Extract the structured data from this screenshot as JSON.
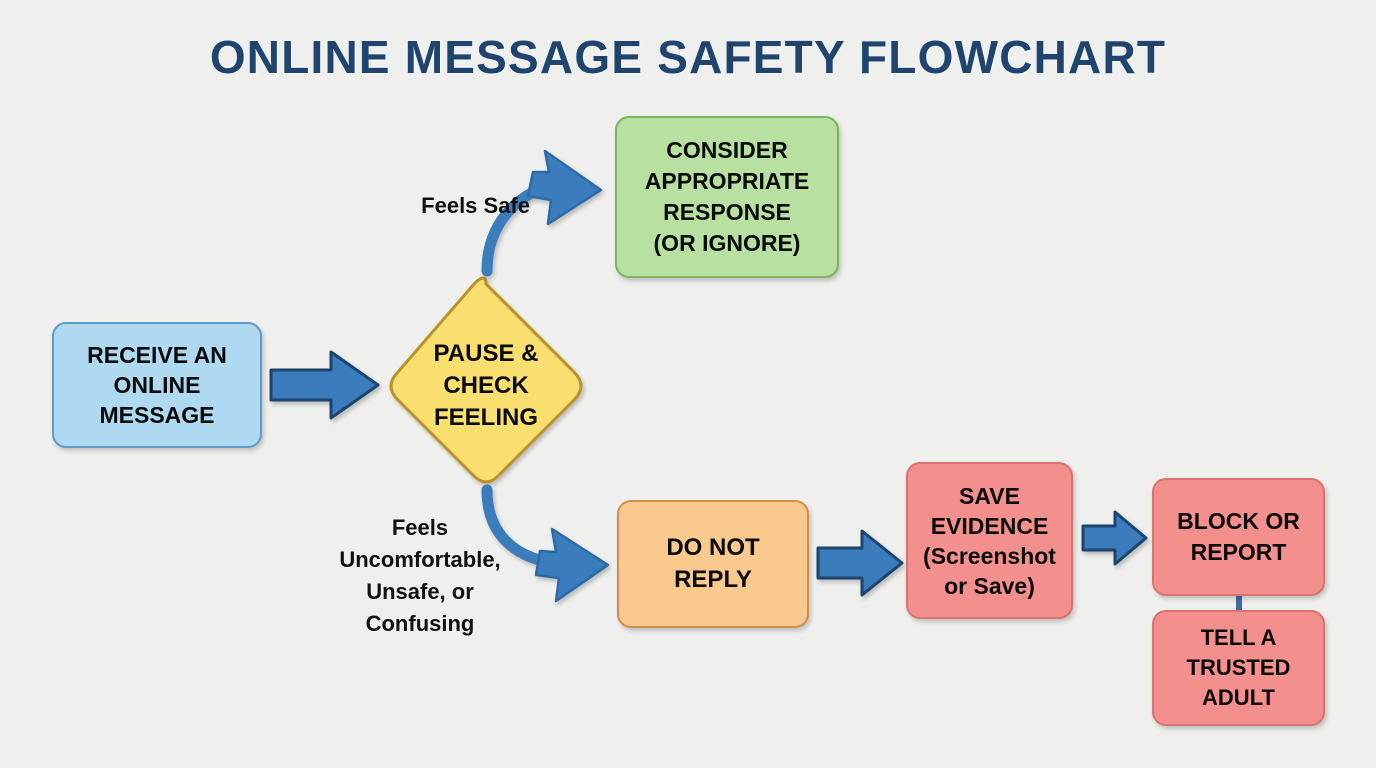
{
  "title": "ONLINE MESSAGE SAFETY FLOWCHART",
  "colors": {
    "background": "#efefed",
    "title": "#1f456e",
    "arrow_fill": "#3b7cbd",
    "arrow_stroke": "#1f456e",
    "start_fill": "#aed9f0",
    "start_stroke": "#5e9cc6",
    "decision_fill": "#f8df70",
    "decision_stroke": "#b9922a",
    "safe_fill": "#b8e0a0",
    "safe_stroke": "#7cb35e",
    "warn_fill": "#fac98e",
    "warn_stroke": "#d08f48",
    "danger_fill": "#f3908d",
    "danger_stroke": "#d9736f"
  },
  "chart_data": {
    "type": "diagram",
    "title": "ONLINE MESSAGE SAFETY FLOWCHART",
    "nodes": [
      {
        "id": "receive",
        "shape": "rounded-rect",
        "color": "blue",
        "lines": [
          "RECEIVE AN",
          "ONLINE",
          "MESSAGE"
        ]
      },
      {
        "id": "pause",
        "shape": "diamond",
        "color": "yellow",
        "lines": [
          "PAUSE &",
          "CHECK",
          "FEELING"
        ]
      },
      {
        "id": "consider",
        "shape": "rounded-rect",
        "color": "green",
        "lines": [
          "CONSIDER",
          "APPROPRIATE",
          "RESPONSE",
          "(OR IGNORE)"
        ]
      },
      {
        "id": "donotreply",
        "shape": "rounded-rect",
        "color": "orange",
        "lines": [
          "DO NOT",
          "REPLY"
        ]
      },
      {
        "id": "saveevidence",
        "shape": "rounded-rect",
        "color": "red",
        "lines": [
          "SAVE",
          "EVIDENCE",
          "(Screenshot",
          "or Save)"
        ]
      },
      {
        "id": "blockreport",
        "shape": "rounded-rect",
        "color": "red",
        "lines": [
          "BLOCK OR",
          "REPORT"
        ]
      },
      {
        "id": "telladult",
        "shape": "rounded-rect",
        "color": "red",
        "lines": [
          "TELL A",
          "TRUSTED",
          "ADULT"
        ]
      }
    ],
    "edges": [
      {
        "from": "receive",
        "to": "pause",
        "label": "",
        "style": "block-arrow"
      },
      {
        "from": "pause",
        "to": "consider",
        "label": "Feels Safe",
        "style": "curved-arrow"
      },
      {
        "from": "pause",
        "to": "donotreply",
        "label": "Feels Uncomfortable, Unsafe, or Confusing",
        "style": "curved-arrow"
      },
      {
        "from": "donotreply",
        "to": "saveevidence",
        "label": "",
        "style": "block-arrow"
      },
      {
        "from": "saveevidence",
        "to": "blockreport",
        "label": "",
        "style": "block-arrow"
      },
      {
        "from": "blockreport",
        "to": "telladult",
        "label": "",
        "style": "connector-line"
      }
    ]
  },
  "nodes": {
    "receive": {
      "l1": "RECEIVE AN",
      "l2": "ONLINE",
      "l3": "MESSAGE"
    },
    "pause": {
      "l1": "PAUSE &",
      "l2": "CHECK",
      "l3": "FEELING"
    },
    "consider": {
      "l1": "CONSIDER",
      "l2": "APPROPRIATE",
      "l3": "RESPONSE",
      "l4": "(OR IGNORE)"
    },
    "donotreply": {
      "l1": "DO NOT",
      "l2": "REPLY"
    },
    "saveevidence": {
      "l1": "SAVE",
      "l2": "EVIDENCE",
      "l3": "(Screenshot",
      "l4": "or Save)"
    },
    "blockreport": {
      "l1": "BLOCK OR",
      "l2": "REPORT"
    },
    "telladult": {
      "l1": "TELL A",
      "l2": "TRUSTED",
      "l3": "ADULT"
    }
  },
  "labels": {
    "feels_safe": "Feels Safe",
    "feels_bad_l1": "Feels",
    "feels_bad_l2": "Uncomfortable,",
    "feels_bad_l3": "Unsafe, or",
    "feels_bad_l4": "Confusing"
  }
}
